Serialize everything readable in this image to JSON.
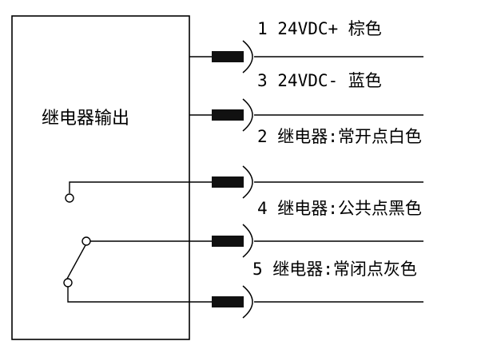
{
  "box": {
    "label": "继电器输出"
  },
  "wires": [
    {
      "label": "1 24VDC+ 棕色"
    },
    {
      "label": "3 24VDC- 蓝色"
    },
    {
      "label": "2 继电器:常开点白色"
    },
    {
      "label": "4 继电器:公共点黑色"
    },
    {
      "label": "5 继电器:常闭点灰色"
    }
  ],
  "colors": {
    "line": "#000000",
    "connector": "#111111",
    "background": "#ffffff"
  }
}
